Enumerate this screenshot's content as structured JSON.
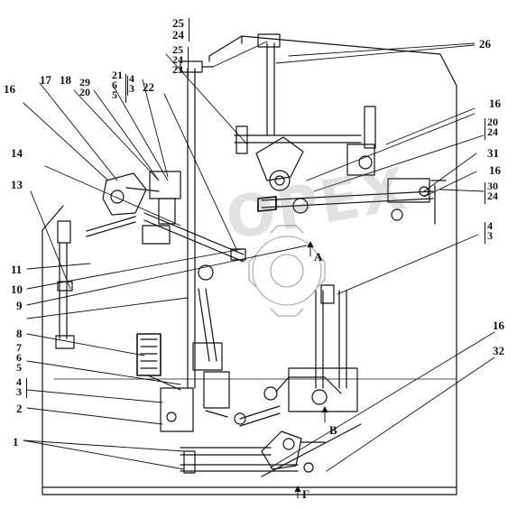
{
  "diagram": {
    "watermark": "OPEX",
    "colors": {
      "ink": "#111111",
      "frame": "#222222",
      "watermark": "#8a8a8a"
    },
    "view_labels": {
      "a": "A",
      "b": "B",
      "g": "Г"
    },
    "callouts": {
      "n1": "1",
      "n2": "2",
      "n3": "3",
      "n4": "4",
      "n5": "5",
      "n6": "6",
      "n7": "7",
      "n8": "8",
      "n9": "9",
      "n10": "10",
      "n11": "11",
      "n13": "13",
      "n14": "14",
      "n16": "16",
      "n17": "17",
      "n18": "18",
      "n20": "20",
      "n21": "21",
      "n22": "22",
      "n23": "23",
      "n24": "24",
      "n25": "25",
      "n26": "26",
      "n29": "29",
      "n30": "30",
      "n31": "31",
      "n32": "32"
    }
  }
}
